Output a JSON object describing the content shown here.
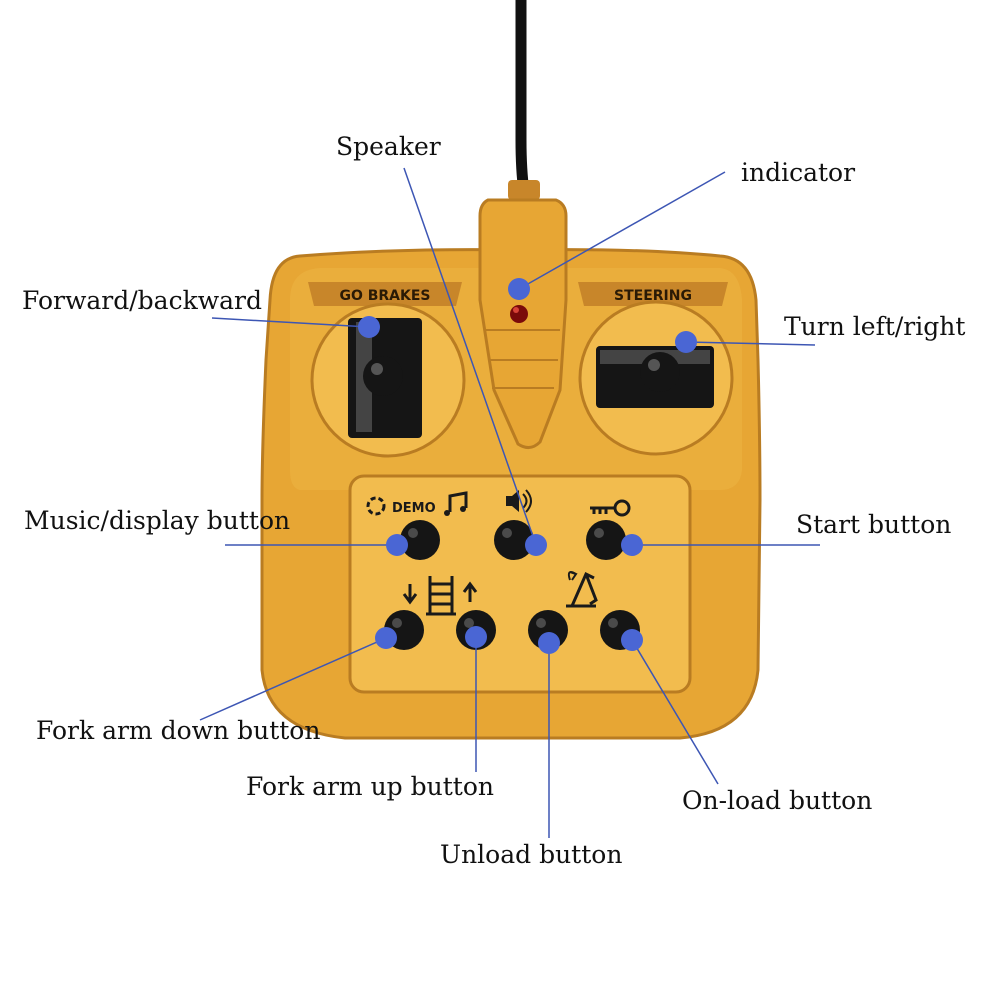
{
  "colors": {
    "body": "#E7A634",
    "body_light": "#F2BC4E",
    "body_dark": "#C8862A",
    "stroke": "#B97C22",
    "knob": "#151515",
    "dot": "#4A66D4",
    "leader": "#3D56B4",
    "led": "#7A0A0A"
  },
  "panel_labels": {
    "left_stick": "GO BRAKES",
    "right_stick": "STEERING",
    "demo": "DEMO"
  },
  "callouts": {
    "speaker": "Speaker",
    "indicator": "indicator",
    "forward_backward": "Forward/backward",
    "turn_left_right": "Turn left/right",
    "music_display": "Music/display button",
    "start": "Start button",
    "fork_down": "Fork arm down button",
    "fork_up": "Fork arm up button",
    "unload": "Unload button",
    "on_load": "On-load button"
  }
}
